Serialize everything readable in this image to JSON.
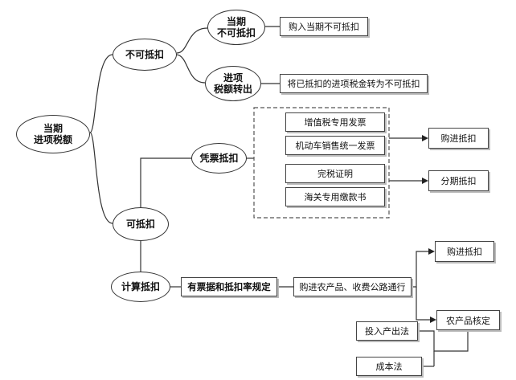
{
  "diagram": {
    "root": "当期\n进项税额",
    "not_deductible": {
      "label": "不可抵扣",
      "current": {
        "label": "当期\n不可抵扣",
        "desc": "购入当期不可抵扣"
      },
      "transfer_out": {
        "label": "进项\n税额转出",
        "desc": "将已抵扣的进项税金转为不可抵扣"
      }
    },
    "deductible": {
      "label": "可抵扣",
      "voucher": {
        "label": "凭票抵扣",
        "invoices": [
          "增值税专用发票",
          "机动车销售统一发票",
          "完税证明",
          "海关专用缴款书"
        ],
        "outcomes": [
          "购进抵扣",
          "分期抵扣"
        ]
      },
      "calculated": {
        "label": "计算抵扣",
        "rule": "有票据和抵扣率规定",
        "scenario": "购进农产品、收费公路通行",
        "outcomes": [
          "购进抵扣",
          "农产品核定"
        ],
        "methods": [
          "投入产出法",
          "成本法"
        ]
      }
    }
  }
}
